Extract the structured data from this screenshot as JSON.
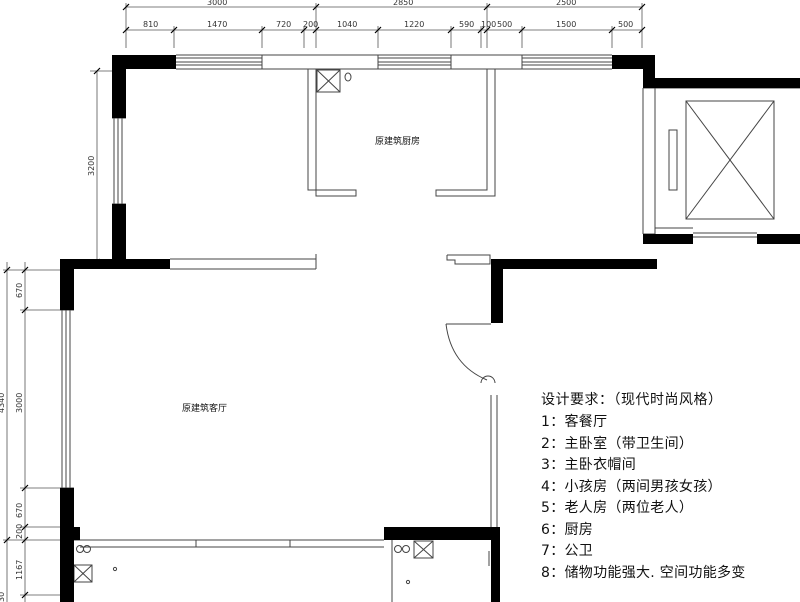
{
  "dimensions": {
    "top_overall": [
      "3000",
      "2850",
      "2500"
    ],
    "top_detail": [
      "810",
      "1470",
      "720",
      "200",
      "1040",
      "1220",
      "590",
      "100",
      "500",
      "1500",
      "500"
    ],
    "left_upper": [
      "3200"
    ],
    "left_lower": [
      "670",
      "4340",
      "3000",
      "670",
      "200",
      "1167",
      "30"
    ]
  },
  "rooms": {
    "kitchen": "原建筑厨房",
    "living": "原建筑客厅"
  },
  "requirements": {
    "title": "设计要求：（现代时尚风格）",
    "items": [
      "1：客餐厅",
      "2：主卧室（带卫生间）",
      "3：主卧衣帽间",
      "4：小孩房（两间男孩女孩）",
      "5：老人房（两位老人）",
      "6：厨房",
      "7：公卫",
      "8：储物功能强大. 空间功能多变"
    ]
  },
  "colors": {
    "wall": "#000000",
    "line": "#555555",
    "background": "#ffffff"
  }
}
